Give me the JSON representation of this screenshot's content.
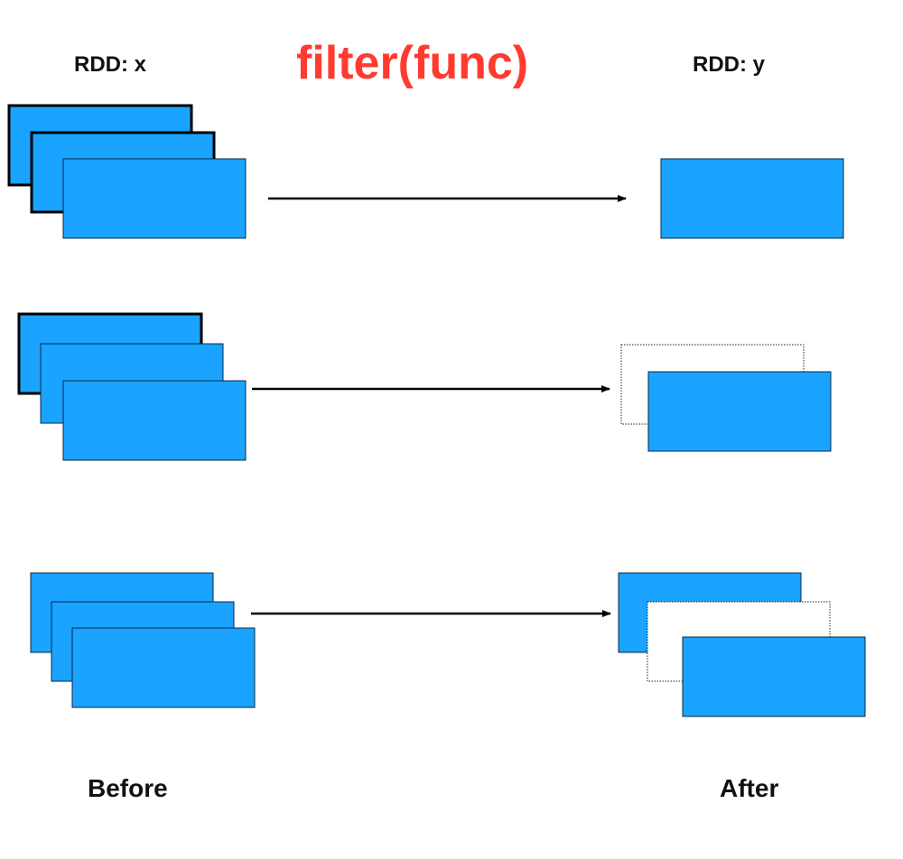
{
  "title": "filter(func)",
  "left_label": "RDD: x",
  "right_label": "RDD: y",
  "footer_left": "Before",
  "footer_right": "After",
  "colors": {
    "title": "#ff3b30",
    "partition_fill": "#1aa3ff",
    "kept_stroke": "#0a2a45",
    "removed_stroke": "#222222",
    "arrow": "#000000"
  },
  "rows": [
    {
      "before": [
        "full",
        "full",
        "kept"
      ],
      "after": [
        "kept"
      ]
    },
    {
      "before": [
        "full",
        "kept",
        "kept"
      ],
      "after": [
        "removed",
        "kept"
      ]
    },
    {
      "before": [
        "kept",
        "kept",
        "kept"
      ],
      "after": [
        "kept",
        "removed",
        "kept"
      ]
    }
  ]
}
